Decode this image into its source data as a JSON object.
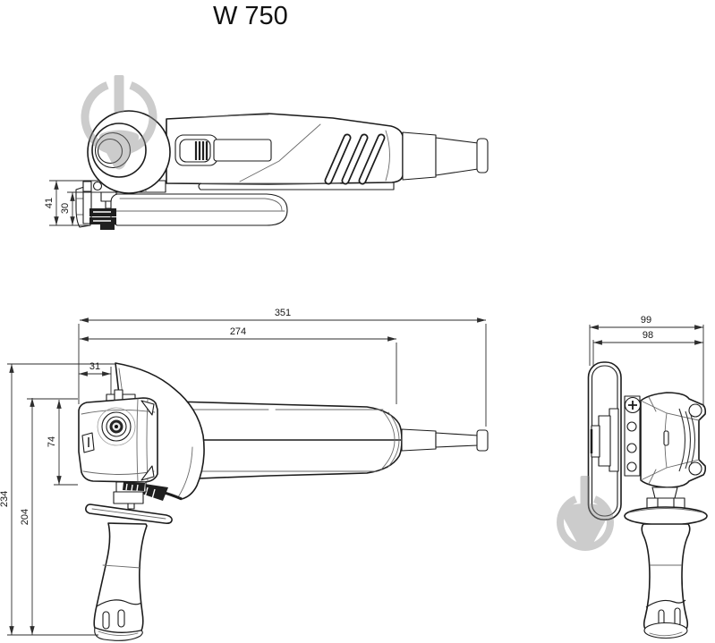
{
  "title": "W 750",
  "dimensions": {
    "top_view": {
      "head_depth": "41",
      "guard_depth": "30"
    },
    "side_view": {
      "overall_length": "351",
      "housing_length": "274",
      "head_front_offset": "31",
      "head_height": "74",
      "overall_height": "234",
      "handle_height": "204"
    },
    "front_view": {
      "overall_width": "99",
      "guard_width": "98"
    }
  },
  "colors": {
    "line": "#1c1c1c",
    "dimension": "#2e2e2e",
    "watermark": "#8f8f8f",
    "background": "#ffffff"
  }
}
